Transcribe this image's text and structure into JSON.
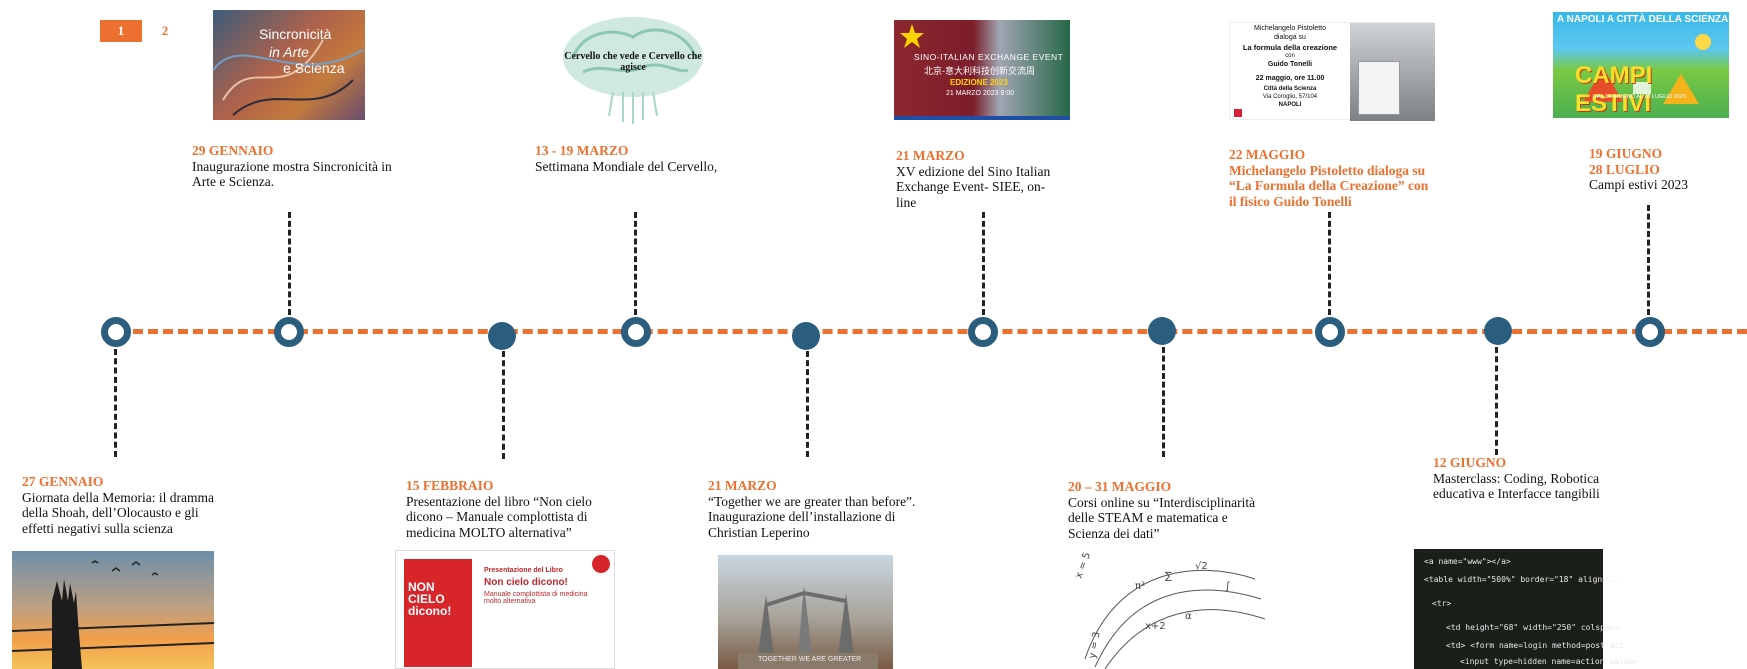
{
  "pager": {
    "pages": [
      "1",
      "2"
    ],
    "active": "1"
  },
  "thumbs": {
    "sincronicita": {
      "line1": "Sincronicità",
      "line2": "in Arte",
      "line3": "e Scienza"
    },
    "cervello": {
      "text": "Cervello che vede e Cervello che agisce"
    },
    "siee": {
      "title": "SINO-ITALIAN EXCHANGE EVENT",
      "chinese": "北京-意大利科技创新交流周",
      "edition": "EDIZIONE 2023",
      "date": "21 MARZO 2023 9:00"
    },
    "pistoletto": {
      "line1": "Michelangelo Pistoletto",
      "line2": "dialoga su",
      "line3": "La formula della creazione",
      "line4": "con",
      "line5": "Guido Tonelli",
      "line6": "22 maggio, ore 11.00",
      "line7": "Città della Scienza",
      "line8": "Via Coroglio, 57/104",
      "line9": "NAPOLI"
    },
    "campi": {
      "top": "A NAPOLI A CITTÀ DELLA SCIENZA",
      "title": "CAMPI ESTIVI",
      "sub": "DAL 19 GIUGNO AL 28 LUGLIO 2023"
    },
    "libro": {
      "line1": "Presentazione del Libro",
      "line2": "Non cielo dicono!",
      "line3": "Manuale complottista di medicina molto alternativa",
      "cover": "NON CIELO dicono!"
    },
    "statue": {
      "inscription": "TOGETHER WE ARE GREATER"
    },
    "code": {
      "lines": [
        "<a name=\"www\"></a>",
        "<table width=\"500%\" border=\"18\" align=...",
        "<tr>",
        "<td height=\"68\" width=\"250\" colspan=",
        "<td> <form name=login method=post act",
        "<input type=hidden name=action value="
      ]
    }
  },
  "events": [
    {
      "id": "27-gennaio",
      "date": "27 GENNAIO",
      "desc": "Giornata della Memoria: il dramma della Shoah, dell’Olocausto e gli effetti negativi sulla scienza"
    },
    {
      "id": "29-gennaio",
      "date": "29 GENNAIO",
      "desc": "Inaugurazione mostra Sincronicità in Arte e Scienza."
    },
    {
      "id": "15-febbraio",
      "date": "15 FEBBRAIO",
      "desc": "Presentazione del libro “Non cielo dicono – Manuale complottista di medicina MOLTO alternativa”"
    },
    {
      "id": "13-19-marzo",
      "date": "13 - 19 MARZO",
      "desc": "Settimana Mondiale del Cervello,"
    },
    {
      "id": "21-marzo-a",
      "date": "21 MARZO",
      "desc": "“Together we are greater than before”. Inaugurazione dell’installazione di Christian Leperino"
    },
    {
      "id": "21-marzo-b",
      "date": "21 MARZO",
      "desc": "XV edizione del Sino Italian Exchange Event- SIEE, on-line"
    },
    {
      "id": "20-31-maggio",
      "date": "20 – 31  MAGGIO",
      "desc": "Corsi online su  “Interdisciplinarità delle STEAM e matematica e Scienza dei dati”"
    },
    {
      "id": "22-maggio",
      "date": "22 MAGGIO",
      "desc": "Michelangelo Pistoletto dialoga su “La Formula della Creazione” con il fisico Guido Tonelli"
    },
    {
      "id": "12-giugno",
      "date": "12 GIUGNO",
      "desc": "Masterclass: Coding, Robotica educativa e Interfacce tangibili"
    },
    {
      "id": "19-giugno",
      "date": "19 GIUGNO",
      "date2": "28 LUGLIO",
      "desc": "Campi estivi 2023"
    }
  ],
  "colors": {
    "accent": "#ec7030",
    "node": "#2b5d7f",
    "connector": "#222222"
  }
}
